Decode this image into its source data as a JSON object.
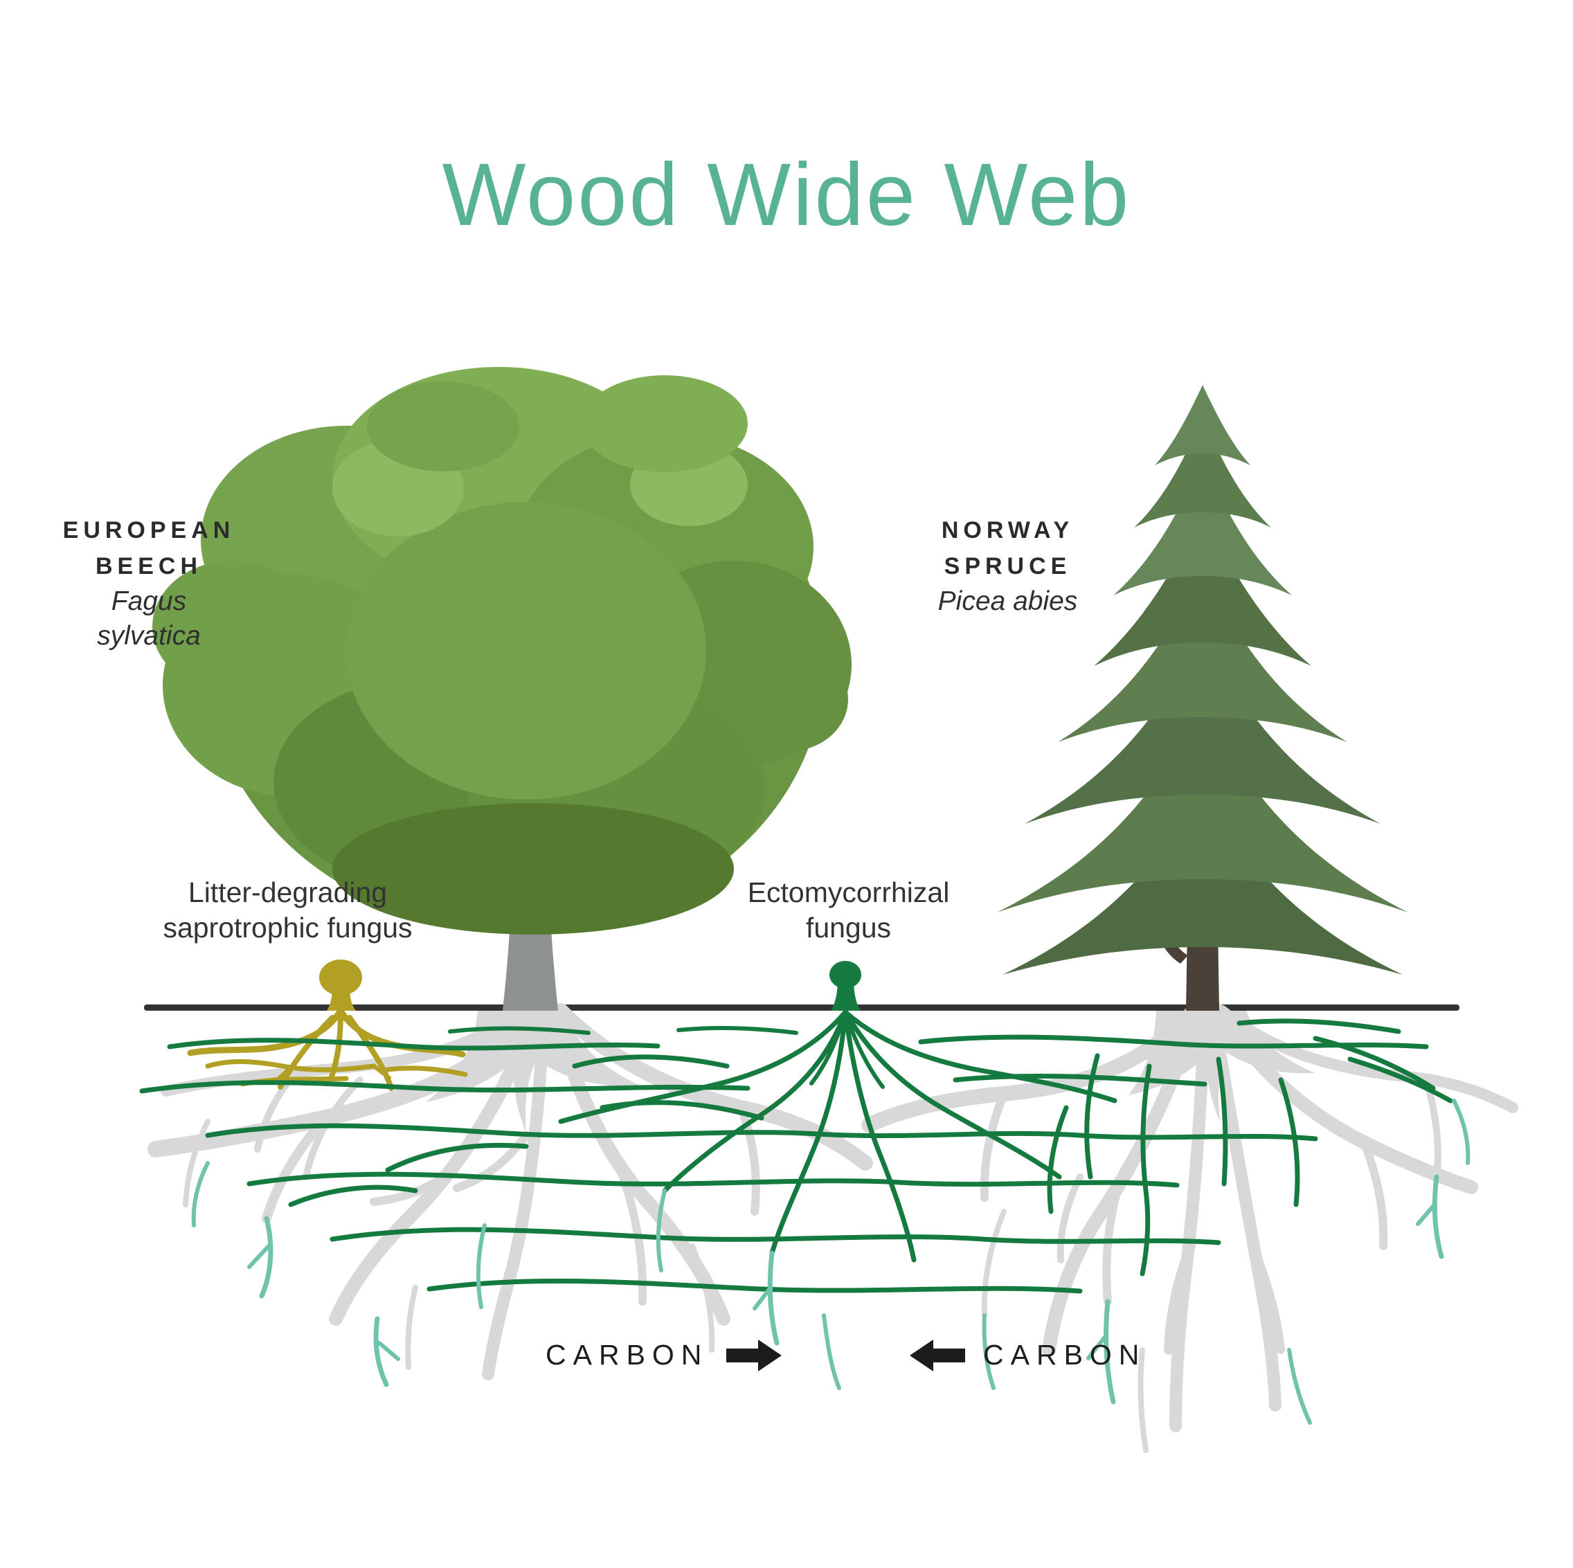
{
  "title": "Wood Wide Web",
  "beech": {
    "common_1": "EUROPEAN",
    "common_2": "BEECH",
    "latin_1": "Fagus",
    "latin_2": "sylvatica"
  },
  "spruce": {
    "common_1": "NORWAY",
    "common_2": "SPRUCE",
    "latin": "Picea abies"
  },
  "fungi": {
    "saprotrophic_1": "Litter-degrading",
    "saprotrophic_2": "saprotrophic fungus",
    "ecto_1": "Ectomycorrhizal",
    "ecto_2": "fungus"
  },
  "carbon": {
    "left": "CARBON",
    "right": "CARBON"
  },
  "colors": {
    "title_teal": "#57b392",
    "text_dark": "#2b2b2b",
    "saprotrophic_yellow": "#b1a023",
    "mycorrhizal_green": "#157a40",
    "root_gray": "#d8d8d8",
    "root_tip_teal": "#6fc2ab",
    "ground_line": "#333333"
  }
}
